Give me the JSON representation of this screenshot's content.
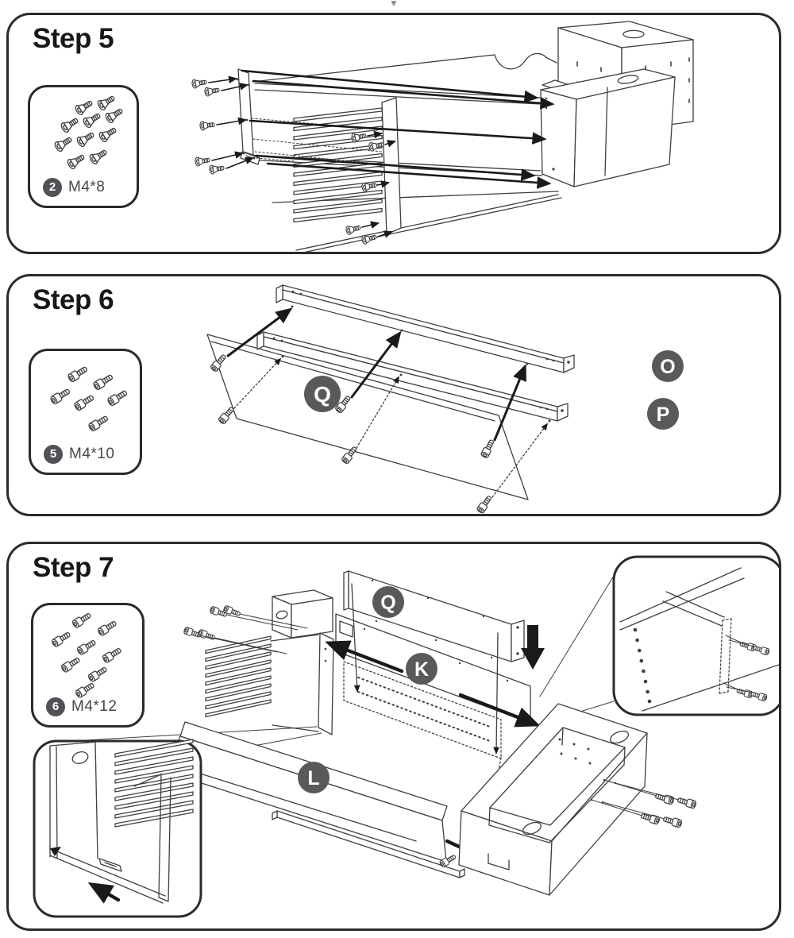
{
  "page": {
    "scroll_indicator": "▼",
    "background": "#ffffff"
  },
  "colors": {
    "line_art": "#3f3f41",
    "arrow_black": "#1a1a1a",
    "label_circle_fill": "#58595b",
    "label_text": "#ffffff",
    "panel_border": "#2b2b2d",
    "title_ink": "#17181a",
    "hardware_text": "#47484a"
  },
  "steps": [
    {
      "title": "Step 5",
      "hardware": {
        "badge": "2",
        "label": "M4*8",
        "screw_style": "flat-head",
        "screws_shown": 10
      },
      "part_labels": []
    },
    {
      "title": "Step 6",
      "hardware": {
        "badge": "5",
        "label": "M4*10",
        "screw_style": "socket-head",
        "screws_shown": 6
      },
      "part_labels": [
        "Q",
        "O",
        "P"
      ]
    },
    {
      "title": "Step 7",
      "hardware": {
        "badge": "6",
        "label": "M4*12",
        "screw_style": "socket-head",
        "screws_shown": 8
      },
      "part_labels": [
        "Q",
        "K",
        "L"
      ]
    }
  ]
}
